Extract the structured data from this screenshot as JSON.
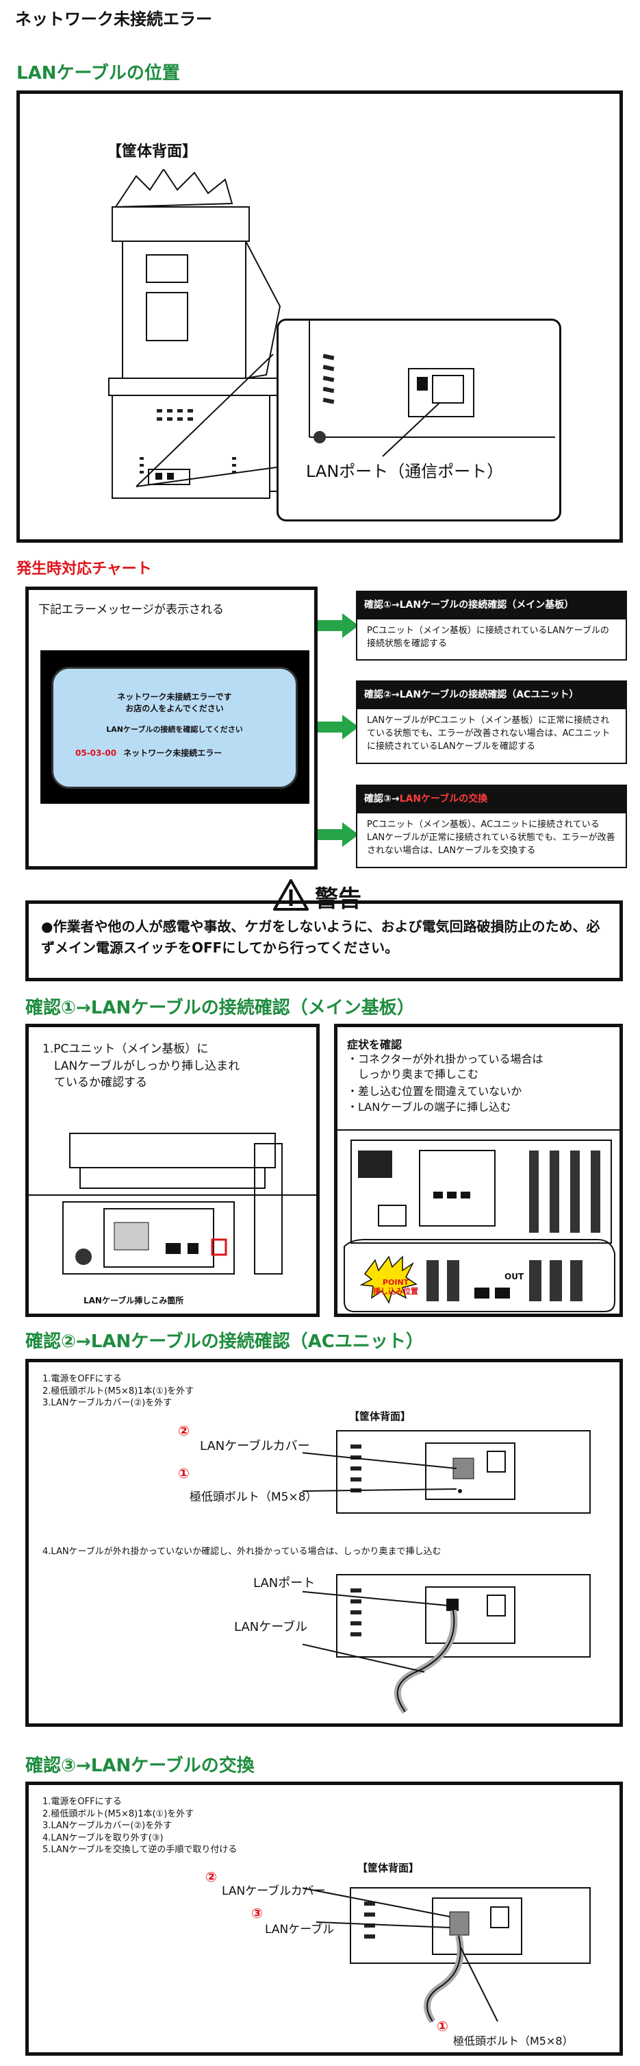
{
  "page_title": "ネットワーク未接続エラー",
  "section_position": {
    "heading": "LANケーブルの位置",
    "cabinet_label": "【筐体背面】",
    "port_label": "LANポート（通信ポート）"
  },
  "chart": {
    "heading": "発生時対応チャート",
    "intro": "下記エラーメッセージが表示される",
    "screen_line1": "ネットワーク未接続エラーです",
    "screen_line2": "お店の人をよんでください",
    "screen_line3": "LANケーブルの接続を確認してください",
    "screen_code": "05-03-00",
    "screen_code_text": "ネットワーク未接続エラー",
    "steps": [
      {
        "head_prefix": "確認①→",
        "head_main": "LANケーブルの接続確認（メイン基板）",
        "body": "PCユニット（メイン基板）に接続されているLANケーブルの接続状態を確認する"
      },
      {
        "head_prefix": "確認②→",
        "head_main": "LANケーブルの接続確認（ACユニット）",
        "body": "LANケーブルがPCユニット（メイン基板）に正常に接続されている状態でも、エラーが改善されない場合は、ACユニットに接続されているLANケーブルを確認する"
      },
      {
        "head_prefix": "確認③→",
        "head_main": "LANケーブルの交換",
        "body": "PCユニット（メイン基板）、ACユニットに接続されているLANケーブルが正常に接続されている状態でも、エラーが改善されない場合は、LANケーブルを交換する"
      }
    ]
  },
  "warning": {
    "title": "警告",
    "text": "●作業者や他の人が感電や事故、ケガをしないように、および電気回路破損防止のため、必ずメイン電源スイッチをOFFにしてから行ってください。"
  },
  "check1": {
    "heading": "確認①→LANケーブルの接続確認（メイン基板）",
    "left_text": "1.PCユニット（メイン基板）に\n　LANケーブルがしっかり挿し込まれ\n　ているか確認する",
    "left_caption": "LANケーブル挿しこみ箇所",
    "right_title": "症状を確認",
    "right_items": [
      "・コネクターが外れ掛かっている場合は\n　しっかり奥まで挿しこむ",
      "・差し込む位置を間違えていないか",
      "・LANケーブルの端子に挿し込む"
    ],
    "point_label": "POINT\n挿し込み位置",
    "out_label": "OUT"
  },
  "check2": {
    "heading": "確認②→LANケーブルの接続確認（ACユニット）",
    "steps_text": "1.電源をOFFにする\n2.極低頭ボルト(M5×8)1本(①)を外す\n3.LANケーブルカバー(②)を外す",
    "cabinet_label": "【筐体背面】",
    "num2": "②",
    "cover_label": "LANケーブルカバー",
    "num1": "①",
    "bolt_label": "極低頭ボルト（M5×8）",
    "step4": "4.LANケーブルが外れ掛かっていないか確認し、外れ掛かっている場合は、しっかり奥まで挿し込む",
    "lan_port": "LANポート",
    "lan_cable": "LANケーブル"
  },
  "check3": {
    "heading": "確認③→LANケーブルの交換",
    "steps_text": "1.電源をOFFにする\n2.極低頭ボルト(M5×8)1本(①)を外す\n3.LANケーブルカバー(②)を外す\n4.LANケーブルを取り外す(③)\n5.LANケーブルを交換して逆の手順で取り付ける",
    "cabinet_label": "【筐体背面】",
    "num2": "②",
    "cover_label": "LANケーブルカバー",
    "num3": "③",
    "cable_label": "LANケーブル",
    "num1": "①",
    "bolt_label": "極低頭ボルト（M5×8）"
  }
}
